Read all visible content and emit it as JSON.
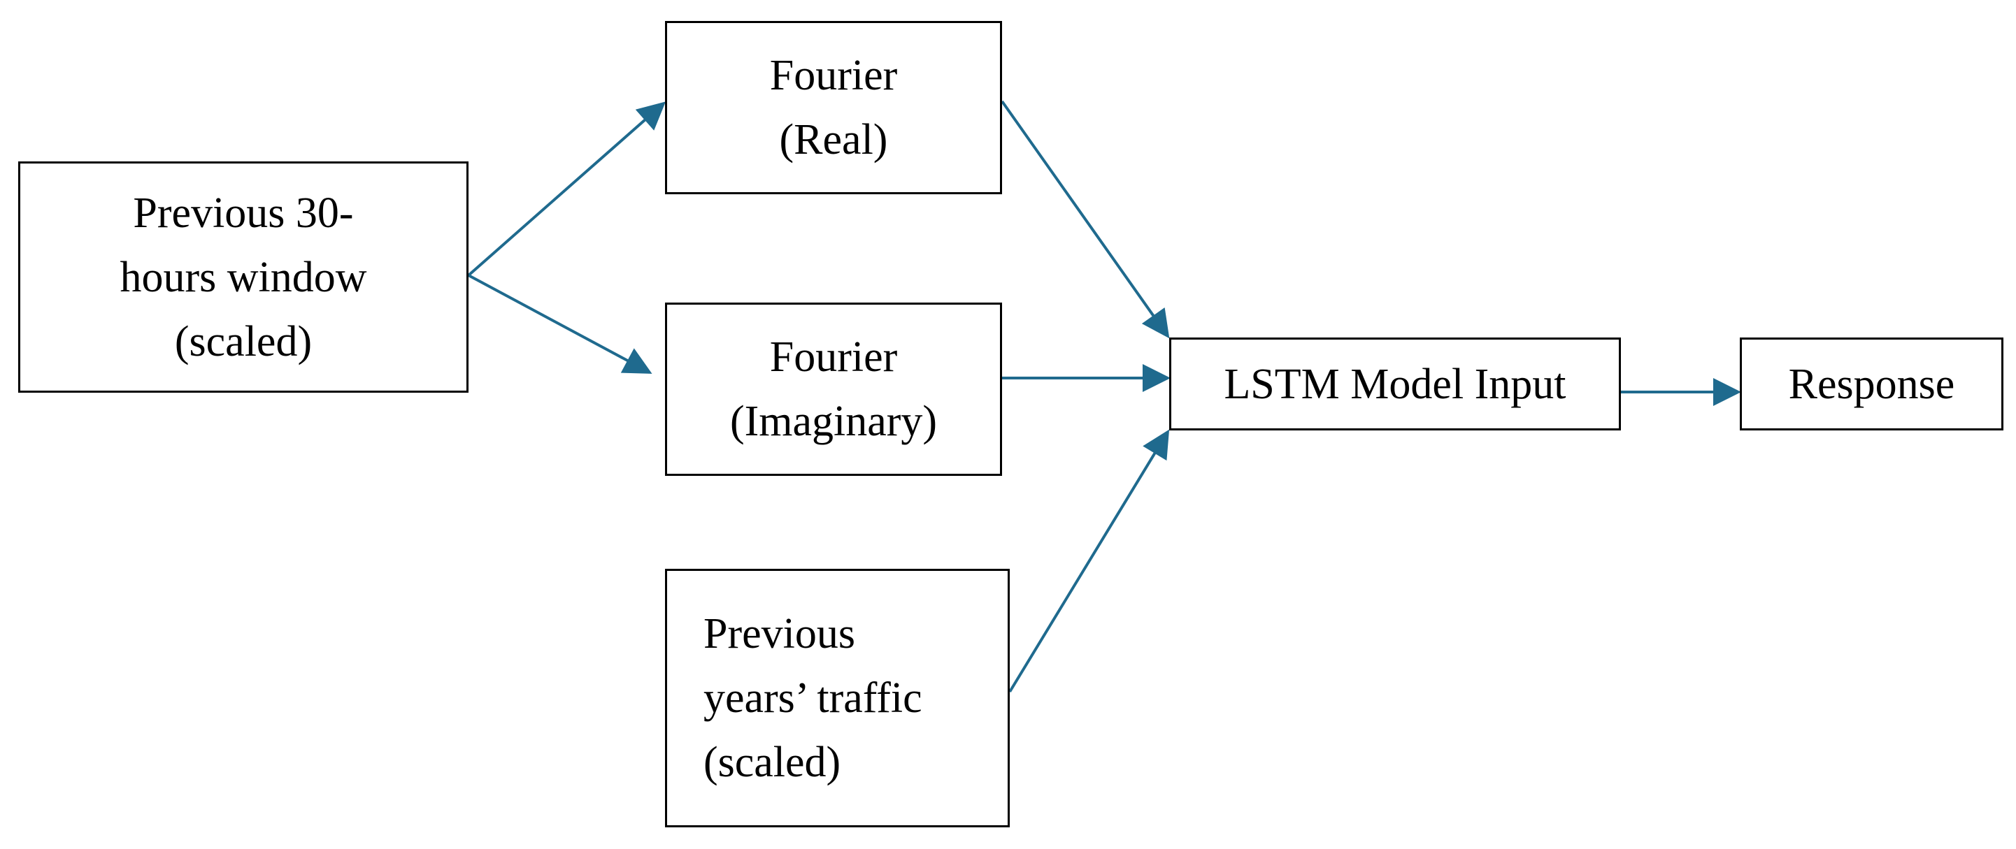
{
  "diagram": {
    "nodes": [
      {
        "id": "prev30",
        "lines": [
          "Previous 30-",
          "hours window",
          "(scaled)"
        ]
      },
      {
        "id": "real",
        "lines": [
          "Fourier",
          "(Real)"
        ]
      },
      {
        "id": "imag",
        "lines": [
          "Fourier",
          "(Imaginary)"
        ]
      },
      {
        "id": "years",
        "lines": [
          "Previous",
          "years’ traffic",
          "(scaled)"
        ]
      },
      {
        "id": "lstm",
        "lines": [
          "LSTM Model Input"
        ]
      },
      {
        "id": "resp",
        "lines": [
          "Response"
        ]
      }
    ],
    "edges": [
      {
        "from": "prev30",
        "to": "real"
      },
      {
        "from": "prev30",
        "to": "imag"
      },
      {
        "from": "real",
        "to": "lstm"
      },
      {
        "from": "imag",
        "to": "lstm"
      },
      {
        "from": "years",
        "to": "lstm"
      },
      {
        "from": "lstm",
        "to": "resp"
      }
    ],
    "colors": {
      "arrow": "#1f6a8e",
      "box_border": "#000000",
      "text": "#000000",
      "background": "#ffffff"
    }
  }
}
